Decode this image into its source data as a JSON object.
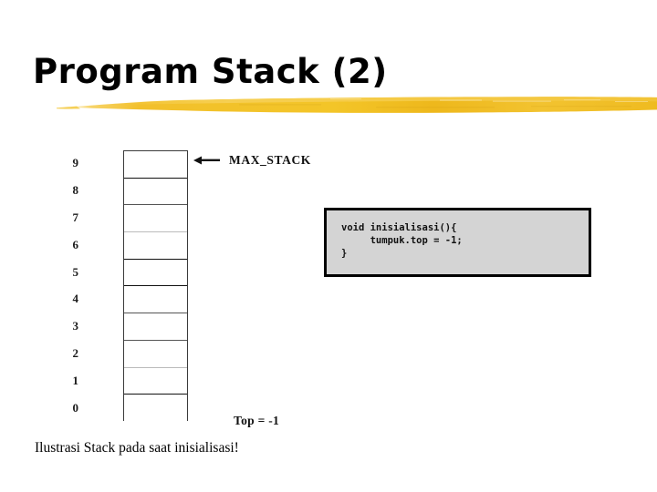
{
  "slide": {
    "title": "Program Stack (2)",
    "caption": "Ilustrasi Stack pada saat inisialisasi!",
    "background_color": "#ffffff",
    "title_color": "#000000",
    "underline_color": "#f0b81e"
  },
  "diagram": {
    "name": "stack-initialization-illustration",
    "max_stack_label": "MAX_STACK",
    "max_stack_arrow_icon": "arrow-left-icon",
    "top_label": "Top = -1",
    "cell_count": 10,
    "row_labels": [
      "9",
      "8",
      "7",
      "6",
      "5",
      "4",
      "3",
      "2",
      "1",
      "0"
    ],
    "cell_values": [
      "",
      "",
      "",
      "",
      "",
      "",
      "",
      "",
      "",
      ""
    ],
    "box_border_color": "#3a3a3a",
    "cell_fill_color": "#ffffff"
  },
  "code_box": {
    "name": "inisialisasi-code-snippet",
    "language": "c",
    "background_color": "#d4d4d4",
    "border_color": "#000000",
    "lines": [
      "void inisialisasi(){",
      "     tumpuk.top = -1;",
      "}"
    ],
    "text": "void inisialisasi(){\n     tumpuk.top = -1;\n}"
  }
}
